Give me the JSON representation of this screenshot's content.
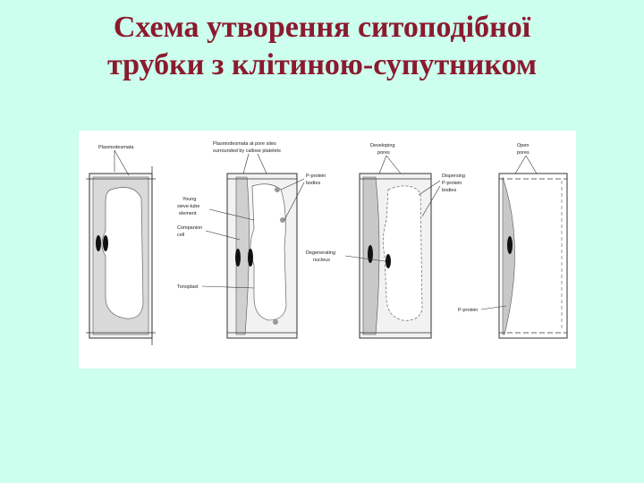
{
  "slide": {
    "title_line1": "Схема утворення ситоподібної",
    "title_line2": "трубки з клітиною-супутником",
    "colors": {
      "background": "#ccffee",
      "title": "#8b1a2e",
      "figure_bg": "#ffffff"
    }
  },
  "diagram": {
    "labels": {
      "plasmodesmata": "Plasmodesmata",
      "plasmodesmata_pore_1": "Plasmodesmata at pore sites",
      "plasmodesmata_pore_2": "surrounded by callose platelets",
      "p_protein_bodies_1": "P-protein",
      "p_protein_bodies_2": "bodies",
      "young_ste_1": "Young",
      "young_ste_2": "sieve-tube",
      "young_ste_3": "element",
      "companion_1": "Companion",
      "companion_2": "cell",
      "tonoplast": "Tonoplast",
      "developing_pores_1": "Developing",
      "developing_pores_2": "pores",
      "dispersing_1": "Dispersing",
      "dispersing_2": "P-protein",
      "dispersing_3": "bodies",
      "degenerating_1": "Degenerating",
      "degenerating_2": "nucleus",
      "open_pores_1": "Open",
      "open_pores_2": "pores",
      "p_protein": "P-protein"
    }
  }
}
